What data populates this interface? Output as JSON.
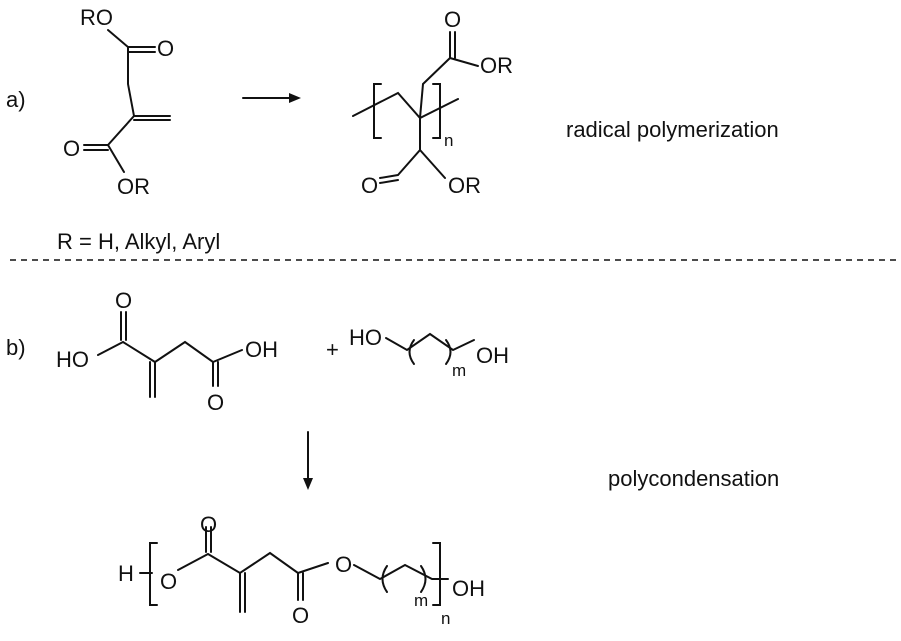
{
  "part_a": {
    "label": "a)",
    "monomer": {
      "ro_top": "RO",
      "o_top": "O",
      "o_bottom": "O",
      "or_bottom": "OR"
    },
    "substituent_note": "R = H, Alkyl, Aryl",
    "polymer": {
      "o_top": "O",
      "or_top": "OR",
      "n": "n",
      "o_bottom": "O",
      "or_bottom": "OR"
    },
    "process": "radical polymerization"
  },
  "part_b": {
    "label": "b)",
    "acid": {
      "ho": "HO",
      "o_top": "O",
      "oh": "OH",
      "o_bottom": "O"
    },
    "plus": "+",
    "diol": {
      "ho": "HO",
      "m": "m",
      "oh": "OH"
    },
    "process": "polycondensation",
    "polyester": {
      "h": "H",
      "o_ester1": "O",
      "o_top": "O",
      "o_ester2": "O",
      "o_bottom": "O",
      "m": "m",
      "n": "n",
      "oh": "OH"
    }
  }
}
